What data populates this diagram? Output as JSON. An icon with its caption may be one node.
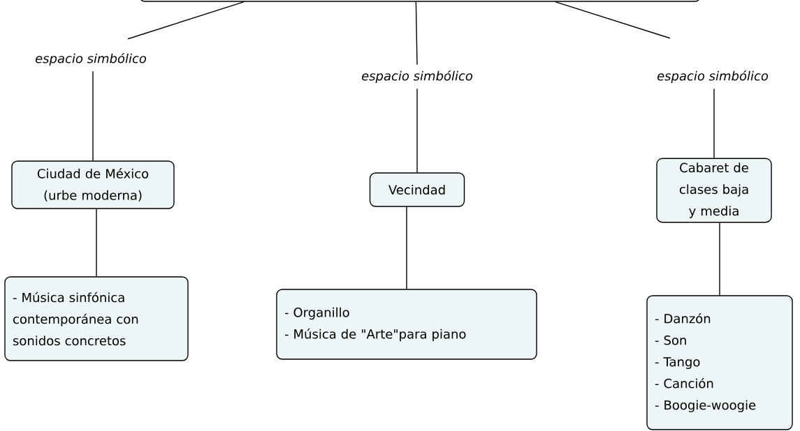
{
  "diagram": {
    "nodes": [
      {
        "text": [],
        "shape": "box"
      },
      {
        "text": [
          "espacio simbólico"
        ]
      },
      {
        "text": [
          "espacio  simbólico"
        ]
      },
      {
        "text": [
          "espacio simbólico"
        ]
      },
      {
        "text": [
          "Ciudad de México (urbe moderna)"
        ]
      },
      {
        "text": [
          "Vecindad"
        ]
      },
      {
        "text": [
          "Cabaret de clases baja y media"
        ]
      },
      {
        "text": [
          "- Música sinfónica contemporánea con sonidos concretos"
        ]
      },
      {
        "text": [
          "- Organillo",
          "- Música de \"Arte\"para piano"
        ]
      },
      {
        "text": [
          "- Danzón",
          "- Son",
          "- Tango",
          "- Canción",
          "- Boogie-woogie"
        ]
      }
    ],
    "edges": [
      {
        "from": 0,
        "to": 1,
        "arrow": "none"
      },
      {
        "from": 0,
        "to": 2,
        "arrow": "none"
      },
      {
        "from": 0,
        "to": 3,
        "arrow": "none"
      },
      {
        "from": 1,
        "to": 4,
        "arrow": "none"
      },
      {
        "from": 2,
        "to": 5,
        "arrow": "none"
      },
      {
        "from": 3,
        "to": 6,
        "arrow": "none"
      },
      {
        "from": 4,
        "to": 7,
        "arrow": "none"
      },
      {
        "from": 5,
        "to": 8,
        "arrow": "none"
      },
      {
        "from": 6,
        "to": 9,
        "arrow": "none"
      }
    ]
  }
}
